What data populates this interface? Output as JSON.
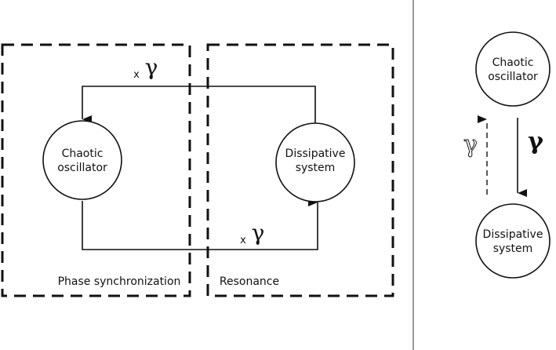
{
  "left_diagram": {
    "chaotic_oscillator": {
      "line1": "Chaotic",
      "line2": "oscillator"
    },
    "dissipative_system": {
      "line1": "Dissipative",
      "line2": "system"
    },
    "top_coupling": {
      "prefix": "x",
      "symbol": "γ"
    },
    "bottom_coupling": {
      "prefix": "x",
      "symbol": "γ"
    },
    "region_phase_sync": "Phase synchronization",
    "region_resonance": "Resonance"
  },
  "right_diagram": {
    "chaotic_oscillator": {
      "line1": "Chaotic",
      "line2": "oscillator"
    },
    "dissipative_system": {
      "line1": "Dissipative",
      "line2": "system"
    },
    "forward_symbol": "γ",
    "feedback_symbol": "γ"
  },
  "colors": {
    "stroke": "#111111",
    "divider": "#555555",
    "feedback_glyph": "#ffffff"
  }
}
